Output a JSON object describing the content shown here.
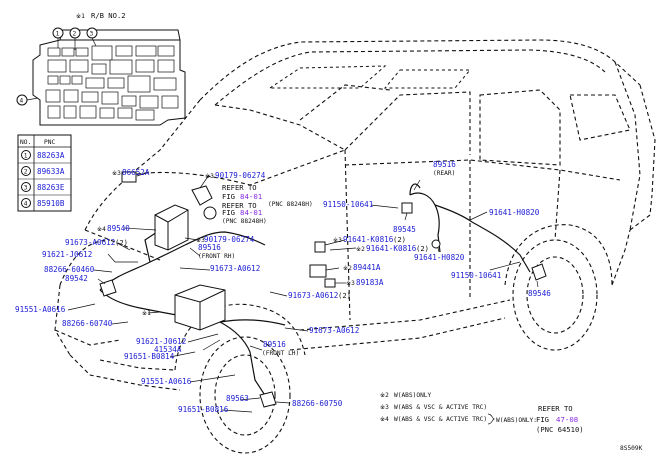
{
  "relay_block": {
    "callout": "※1",
    "title": "R/B NO.2",
    "markers": [
      "1",
      "2",
      "3",
      "4"
    ]
  },
  "pnc_table": {
    "headers": [
      "NO.",
      "PNC"
    ],
    "rows": [
      {
        "no": "1",
        "pnc": "88263A"
      },
      {
        "no": "2",
        "pnc": "89633A"
      },
      {
        "no": "3",
        "pnc": "88263E"
      },
      {
        "no": "4",
        "pnc": "85910B"
      }
    ]
  },
  "labels": {
    "l_86652A": "86652A",
    "l_90179_06274_a": "90179-06274",
    "l_refer_a": "REFER TO",
    "l_fig_a_prefix": "FIG",
    "l_fig_a_link": "84-01",
    "l_pnc_a": "(PNC 88248H)",
    "l_refer_b": "REFER TO",
    "l_fig_b_prefix": "FIG",
    "l_fig_b_link": "84-01",
    "l_pnc_b": "(PNC 88248H)",
    "l_89540": "89540",
    "l_90179_06274_b": "90179-06274",
    "l_89516_front_rh": "89516",
    "l_front_rh": "(FRONT RH)",
    "l_91673_a0612_2_top": "91673-A0612",
    "l_91673_a0612_2_top_q": "(2)",
    "l_91621_j0612_top": "91621-J0612",
    "l_91673_a0612_mid": "91673-A0612",
    "l_88266_60460": "88266-60460",
    "l_89542": "89542",
    "l_91551_a0616_top": "91551-A0616",
    "l_88266_60740": "88266-60740",
    "l_91621_j0612_bot": "91621-J0612",
    "l_41534a": "41534A",
    "l_91651_b0814_top": "91651-B0814",
    "l_89516_front_lh": "89516",
    "l_front_lh": "(FRONT LH)",
    "l_91551_a0616_bot": "91551-A0616",
    "l_89563": "89563",
    "l_91651_b0816": "91651-B0816",
    "l_88266_60750": "88266-60750",
    "l_91673_a0612_2_right": "91673-A0612",
    "l_91673_a0612_2_right_q": "(2)",
    "l_91673_a0612_low": "91673-A0612",
    "l_89183a": "89183A",
    "l_89441a": "89441A",
    "l_91641_k0816_2_a": "91641-K0816",
    "l_91641_k0816_2_a_q": "(2)",
    "l_91641_k0816_2_b": "91641-K0816",
    "l_91641_k0816_2_b_q": "(2)",
    "l_91150_10641_top": "91150-10641",
    "l_89545": "89545",
    "l_89516_rear": "89516",
    "l_rear": "(REAR)",
    "l_91641_h0820_a": "91641-H0820",
    "l_91641_h0820_b": "91641-H0820",
    "l_91150_10641_bot": "91150-10641",
    "l_89546": "89546"
  },
  "legend": {
    "items": [
      {
        "mark": "※2",
        "text": "W(ABS)ONLY"
      },
      {
        "mark": "※3",
        "text": "W(ABS & VSC & ACTIVE TRC)"
      },
      {
        "mark": "※4",
        "text": "W(ABS & VSC & ACTIVE TRC)"
      }
    ],
    "w_abs_only": "W(ABS)ONLY:",
    "refer_to": "REFER TO",
    "fig_prefix": "FIG",
    "fig_link": "47-08",
    "pnc": "(PNC 64510)"
  },
  "figure_code": "8S509K"
}
